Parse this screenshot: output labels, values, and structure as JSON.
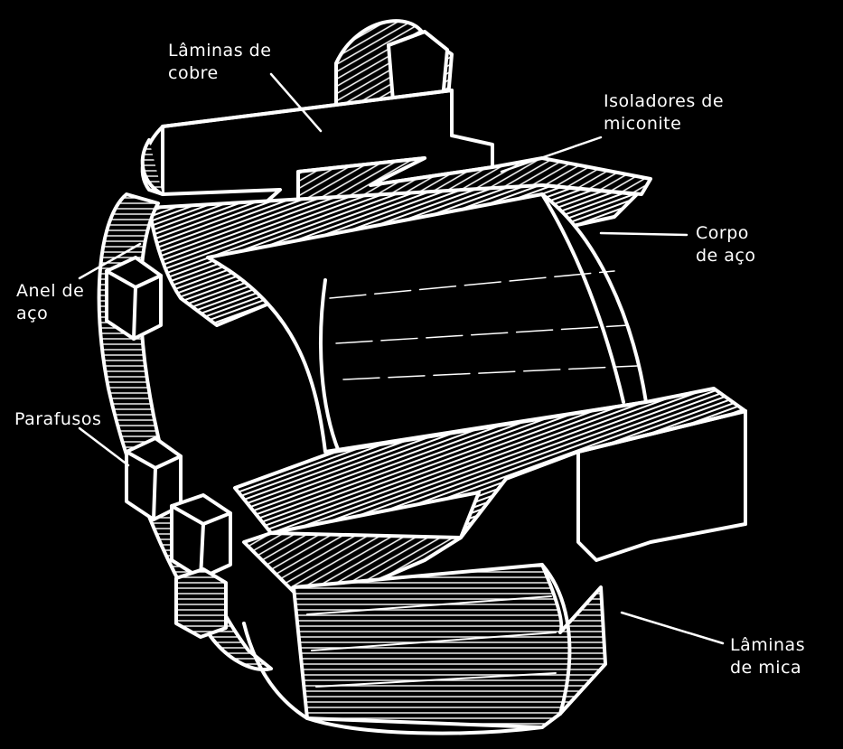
{
  "labels": {
    "laminas_cobre": [
      "Lâminas de",
      "cobre"
    ],
    "isoladores_miconite": [
      "Isoladores de",
      "miconite"
    ],
    "corpo_aco": [
      "Corpo",
      "de aço"
    ],
    "anel_aco": [
      "Anel de",
      "aço"
    ],
    "parafusos": [
      "Parafusos"
    ],
    "laminas_mica": [
      "Lâminas",
      "de mica"
    ]
  },
  "colors": {
    "background": "#000000",
    "ink": "#ffffff"
  }
}
